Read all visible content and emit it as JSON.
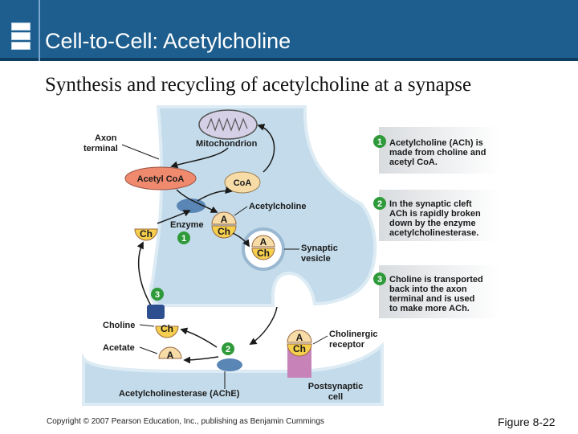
{
  "slide": {
    "title": "Cell-to-Cell: Acetylcholine",
    "subtitle": "Synthesis and recycling of acetylcholine at a synapse",
    "copyright": "Copyright © 2007 Pearson Education, Inc., publishing as Benjamin Cummings",
    "figure_label": "Figure 8-22"
  },
  "diagram": {
    "labels": {
      "axon_terminal_line1": "Axon",
      "axon_terminal_line2": "terminal",
      "mitochondrion": "Mitochondrion",
      "acetyl_coa": "Acetyl CoA",
      "coa": "CoA",
      "acetylcholine": "Acetylcholine",
      "enzyme": "Enzyme",
      "ch": "Ch",
      "a": "A",
      "synaptic_vesicle_line1": "Synaptic",
      "synaptic_vesicle_line2": "vesicle",
      "choline": "Choline",
      "acetate": "Acetate",
      "cholinergic_receptor_line1": "Cholinergic",
      "cholinergic_receptor_line2": "receptor",
      "postsynaptic_line1": "Postsynaptic",
      "postsynaptic_line2": "cell",
      "ache": "Acetylcholinesterase (AChE)"
    },
    "steps": [
      {
        "number": "1",
        "lines": [
          "Acetylcholine (ACh) is",
          "made from choline and",
          "acetyl CoA."
        ]
      },
      {
        "number": "2",
        "lines": [
          "In the synaptic cleft",
          "ACh is rapidly broken",
          "down by the enzyme",
          "acetylcholinesterase."
        ]
      },
      {
        "number": "3",
        "lines": [
          "Choline is transported",
          "back into the axon",
          "terminal and is used",
          "to make more ACh."
        ]
      }
    ],
    "colors": {
      "cell_fill": "#c3dbea",
      "cell_edge": "#dcebf4",
      "step_circle": "#2f9a39",
      "acetyl_coa_fill": "#ef8a6e",
      "molecule_fill": "#f7dca8",
      "ch_fill": "#f5cf4d",
      "receptor_fill": "#c783b8",
      "enzyme_fill": "#5a86b5"
    }
  }
}
